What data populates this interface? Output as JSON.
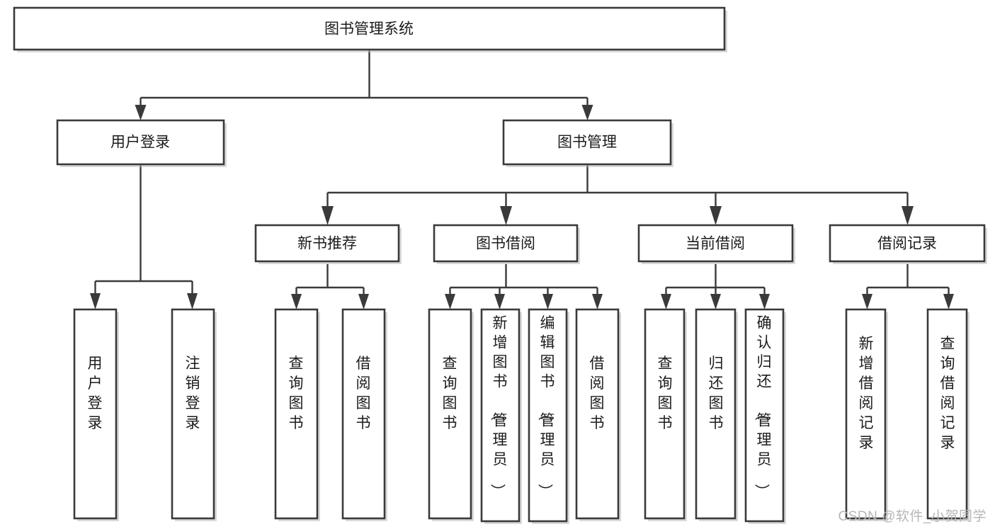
{
  "diagram": {
    "title": "图书管理系统",
    "type": "tree",
    "orientation": "top-down",
    "watermark": "CSDN @软件_小贺同学",
    "colors": {
      "stroke": "#3a3a3a",
      "fill": "#ffffff",
      "text": "#1b1b1b",
      "watermark": "#b6b6b6",
      "background": "#ffffff"
    },
    "levels": [
      {
        "level": 0,
        "nodes": [
          {
            "id": "root",
            "label": "图书管理系统",
            "orientation": "horizontal"
          }
        ]
      },
      {
        "level": 1,
        "nodes": [
          {
            "id": "login",
            "label": "用户登录",
            "orientation": "horizontal",
            "parent": "root"
          },
          {
            "id": "bookmgmt",
            "label": "图书管理",
            "orientation": "horizontal",
            "parent": "root"
          }
        ]
      },
      {
        "level": 2,
        "nodes": [
          {
            "id": "newbook",
            "label": "新书推荐",
            "orientation": "horizontal",
            "parent": "bookmgmt"
          },
          {
            "id": "borrow",
            "label": "图书借阅",
            "orientation": "horizontal",
            "parent": "bookmgmt"
          },
          {
            "id": "current",
            "label": "当前借阅",
            "orientation": "horizontal",
            "parent": "bookmgmt"
          },
          {
            "id": "records",
            "label": "借阅记录",
            "orientation": "horizontal",
            "parent": "bookmgmt"
          }
        ]
      },
      {
        "level": 3,
        "nodes": [
          {
            "id": "leaf-user-login",
            "label": "用户登录",
            "orientation": "vertical",
            "parent": "login"
          },
          {
            "id": "leaf-user-logout",
            "label": "注销登录",
            "orientation": "vertical",
            "parent": "login"
          },
          {
            "id": "leaf-query-book-1",
            "label": "查询图书",
            "orientation": "vertical",
            "parent": "newbook"
          },
          {
            "id": "leaf-borrow-book-1",
            "label": "借阅图书",
            "orientation": "vertical",
            "parent": "newbook"
          },
          {
            "id": "leaf-query-book-2",
            "label": "查询图书",
            "orientation": "vertical",
            "parent": "borrow"
          },
          {
            "id": "leaf-add-book",
            "label": "新增图书（管理员）",
            "orientation": "vertical",
            "parent": "borrow"
          },
          {
            "id": "leaf-edit-book",
            "label": "编辑图书（管理员）",
            "orientation": "vertical",
            "parent": "borrow"
          },
          {
            "id": "leaf-borrow-book-2",
            "label": "借阅图书",
            "orientation": "vertical",
            "parent": "borrow"
          },
          {
            "id": "leaf-query-book-3",
            "label": "查询图书",
            "orientation": "vertical",
            "parent": "current"
          },
          {
            "id": "leaf-return-book",
            "label": "归还图书",
            "orientation": "vertical",
            "parent": "current"
          },
          {
            "id": "leaf-confirm-return",
            "label": "确认归还（管理员）",
            "orientation": "vertical",
            "parent": "current"
          },
          {
            "id": "leaf-add-record",
            "label": "新增借阅记录",
            "orientation": "vertical",
            "parent": "records"
          },
          {
            "id": "leaf-query-record",
            "label": "查询借阅记录",
            "orientation": "vertical",
            "parent": "records"
          }
        ]
      }
    ]
  }
}
